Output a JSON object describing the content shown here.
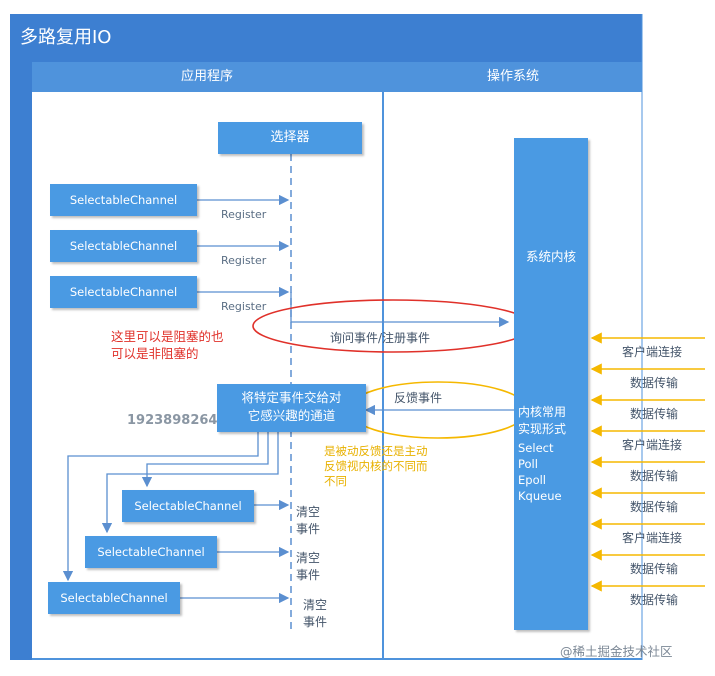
{
  "title": "多路复用IO",
  "lanes": {
    "app": "应用程序",
    "os": "操作系统"
  },
  "selector": "选择器",
  "channel_label": "SelectableChannel",
  "register_label": "Register",
  "note_red": [
    "这里可以是阻塞的也",
    "可以是非阻塞的"
  ],
  "query_event": "询问事件/注册事件",
  "dispatch_box": [
    "将特定事件交给对",
    "它感兴趣的通道"
  ],
  "watermark_id": "1923898264",
  "feedback": "反馈事件",
  "note_yellow": [
    "是被动反馈还是主动",
    "反馈视内核的不同而",
    "不同"
  ],
  "clear_event": [
    "清空",
    "事件"
  ],
  "kernel": {
    "title": "系统内核",
    "subtitle": [
      "内核常用",
      "实现形式"
    ],
    "impls": [
      "Select",
      "Poll",
      "Epoll",
      "Kqueue"
    ]
  },
  "client_events": [
    "客户端连接",
    "数据传输",
    "数据传输",
    "客户端连接",
    "数据传输",
    "数据传输",
    "客户端连接",
    "数据传输",
    "数据传输"
  ],
  "footer_watermark": "@稀土掘金技术社区",
  "colors": {
    "primary": "#3d7fd1",
    "box": "#4a9ae3",
    "red": "#e0312a",
    "yellow": "#f5b800",
    "line": "#5b8fd0"
  }
}
